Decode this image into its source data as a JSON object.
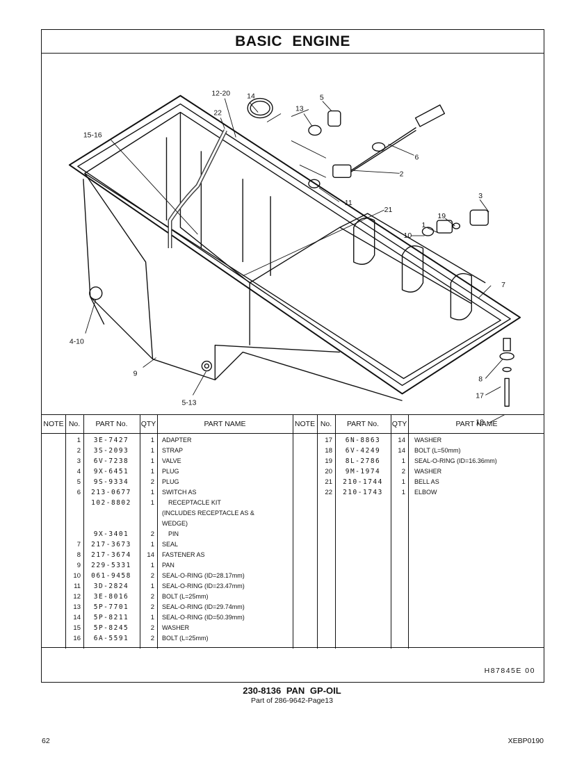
{
  "header": {
    "title": "BASIC  ENGINE"
  },
  "callouts": [
    "12-20",
    "14",
    "5",
    "13",
    "22",
    "15-16",
    "6",
    "2",
    "11",
    "21",
    "3",
    "19",
    "1",
    "10",
    "7",
    "4-10",
    "9",
    "8",
    "17",
    "5-13",
    "18"
  ],
  "table": {
    "headers": {
      "note": "NOTE",
      "no": "No.",
      "part_no": "PART No.",
      "qty": "QTY",
      "part_name": "PART NAME"
    },
    "left_rows": [
      {
        "no": "1",
        "part": "3E-7427",
        "qty": "1",
        "name": "ADAPTER"
      },
      {
        "no": "2",
        "part": "3S-2093",
        "qty": "1",
        "name": "STRAP"
      },
      {
        "no": "3",
        "part": "6V-7238",
        "qty": "1",
        "name": "VALVE"
      },
      {
        "no": "4",
        "part": "9X-6451",
        "qty": "1",
        "name": "PLUG"
      },
      {
        "no": "5",
        "part": "9S-9334",
        "qty": "2",
        "name": "PLUG"
      },
      {
        "no": "6",
        "part": "213-0677",
        "qty": "1",
        "name": "SWITCH AS"
      },
      {
        "no": "",
        "part": "102-8802",
        "qty": "1",
        "name": "RECEPTACLE KIT"
      },
      {
        "no": "",
        "part": "",
        "qty": "",
        "name": "(INCLUDES   RECEPTACLE   AS   &"
      },
      {
        "no": "",
        "part": "",
        "qty": "",
        "name": "WEDGE)"
      },
      {
        "no": "",
        "part": "9X-3401",
        "qty": "2",
        "name": "PIN"
      },
      {
        "no": "7",
        "part": "217-3673",
        "qty": "1",
        "name": "SEAL"
      },
      {
        "no": "8",
        "part": "217-3674",
        "qty": "14",
        "name": "FASTENER AS"
      },
      {
        "no": "9",
        "part": "229-5331",
        "qty": "1",
        "name": "PAN"
      },
      {
        "no": "10",
        "part": "061-9458",
        "qty": "2",
        "name": "SEAL-O-RING (ID=28.17mm)"
      },
      {
        "no": "11",
        "part": "3D-2824",
        "qty": "1",
        "name": "SEAL-O-RING (ID=23.47mm)"
      },
      {
        "no": "12",
        "part": "3E-8016",
        "qty": "2",
        "name": "BOLT (L=25mm)"
      },
      {
        "no": "13",
        "part": "5P-7701",
        "qty": "2",
        "name": "SEAL-O-RING (ID=29.74mm)"
      },
      {
        "no": "14",
        "part": "5P-8211",
        "qty": "1",
        "name": "SEAL-O-RING (ID=50.39mm)"
      },
      {
        "no": "15",
        "part": "5P-8245",
        "qty": "2",
        "name": "WASHER"
      },
      {
        "no": "16",
        "part": "6A-5591",
        "qty": "2",
        "name": "BOLT (L=25mm)"
      }
    ],
    "right_rows": [
      {
        "no": "17",
        "part": "6N-8863",
        "qty": "14",
        "name": "WASHER"
      },
      {
        "no": "18",
        "part": "6V-4249",
        "qty": "14",
        "name": "BOLT (L=50mm)"
      },
      {
        "no": "19",
        "part": "8L-2786",
        "qty": "1",
        "name": "SEAL-O-RING (ID=16.36mm)"
      },
      {
        "no": "20",
        "part": "9M-1974",
        "qty": "2",
        "name": "WASHER"
      },
      {
        "no": "21",
        "part": "210-1744",
        "qty": "1",
        "name": "BELL AS"
      },
      {
        "no": "22",
        "part": "210-1743",
        "qty": "1",
        "name": "ELBOW"
      }
    ]
  },
  "footer": {
    "illustration_code": "H87845E   00",
    "group_title": "230-8136  PAN  GP-OIL",
    "group_sub": "Part of 286-9642-Page13",
    "page_number": "62",
    "doc_code": "XEBP0190"
  }
}
